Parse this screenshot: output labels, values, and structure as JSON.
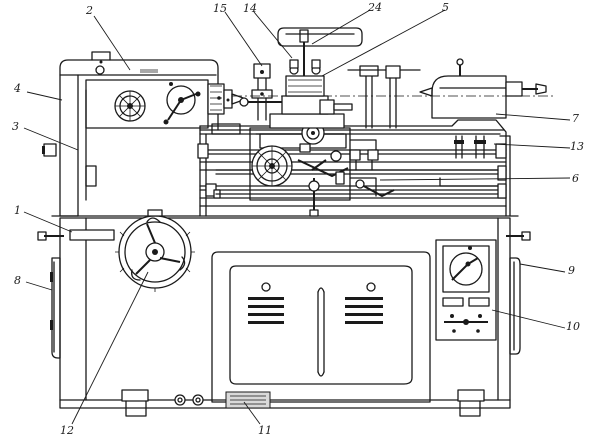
{
  "callouts": [
    {
      "id": "c2",
      "text": "2"
    },
    {
      "id": "c15",
      "text": "15"
    },
    {
      "id": "c14",
      "text": "14"
    },
    {
      "id": "c24",
      "text": "24"
    },
    {
      "id": "c5",
      "text": "5"
    },
    {
      "id": "c4",
      "text": "4"
    },
    {
      "id": "c3",
      "text": "3"
    },
    {
      "id": "c7",
      "text": "7"
    },
    {
      "id": "c13",
      "text": "13"
    },
    {
      "id": "c6",
      "text": "6"
    },
    {
      "id": "c1",
      "text": "1"
    },
    {
      "id": "c9",
      "text": "9"
    },
    {
      "id": "c8",
      "text": "8"
    },
    {
      "id": "c10",
      "text": "10"
    },
    {
      "id": "c12",
      "text": "12"
    },
    {
      "id": "c11",
      "text": "11"
    }
  ]
}
